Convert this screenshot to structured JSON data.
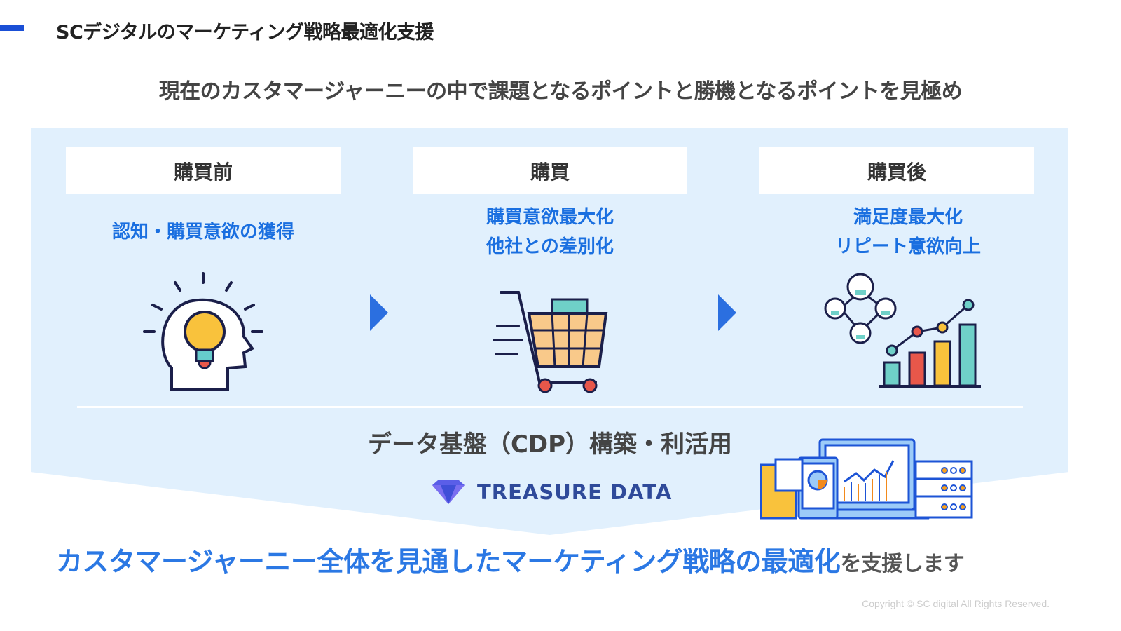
{
  "header": {
    "title": "SCデジタルのマーケティング戦略最適化支援",
    "accent_color": "#1a4fd6"
  },
  "subtitle": "現在のカスタマージャーニーの中で課題となるポイントと勝機となるポイントを見極め",
  "stages": [
    {
      "label": "購買前",
      "goal_lines": [
        "認知・購買意欲の獲得"
      ],
      "icon": "lightbulb-head-icon"
    },
    {
      "label": "購買",
      "goal_lines": [
        "購買意欲最大化",
        "他社との差別化"
      ],
      "icon": "shopping-cart-icon"
    },
    {
      "label": "購買後",
      "goal_lines": [
        "満足度最大化",
        "リピート意欲向上"
      ],
      "icon": "network-growth-chart-icon"
    }
  ],
  "foundation": {
    "title": "データ基盤（CDP）構築・利活用",
    "brand": "TREASURE DATA",
    "icon": "data-devices-icon"
  },
  "conclusion": {
    "highlight": "カスタマージャーニー全体を見通したマーケティング戦略の最適化",
    "tail": "を支援します"
  },
  "copyright": "Copyright © SC digital All Rights Reserved.",
  "colors": {
    "panel": "#e1f0fd",
    "goal_text": "#1a6fe0",
    "arrow": "#2b6fe0"
  }
}
